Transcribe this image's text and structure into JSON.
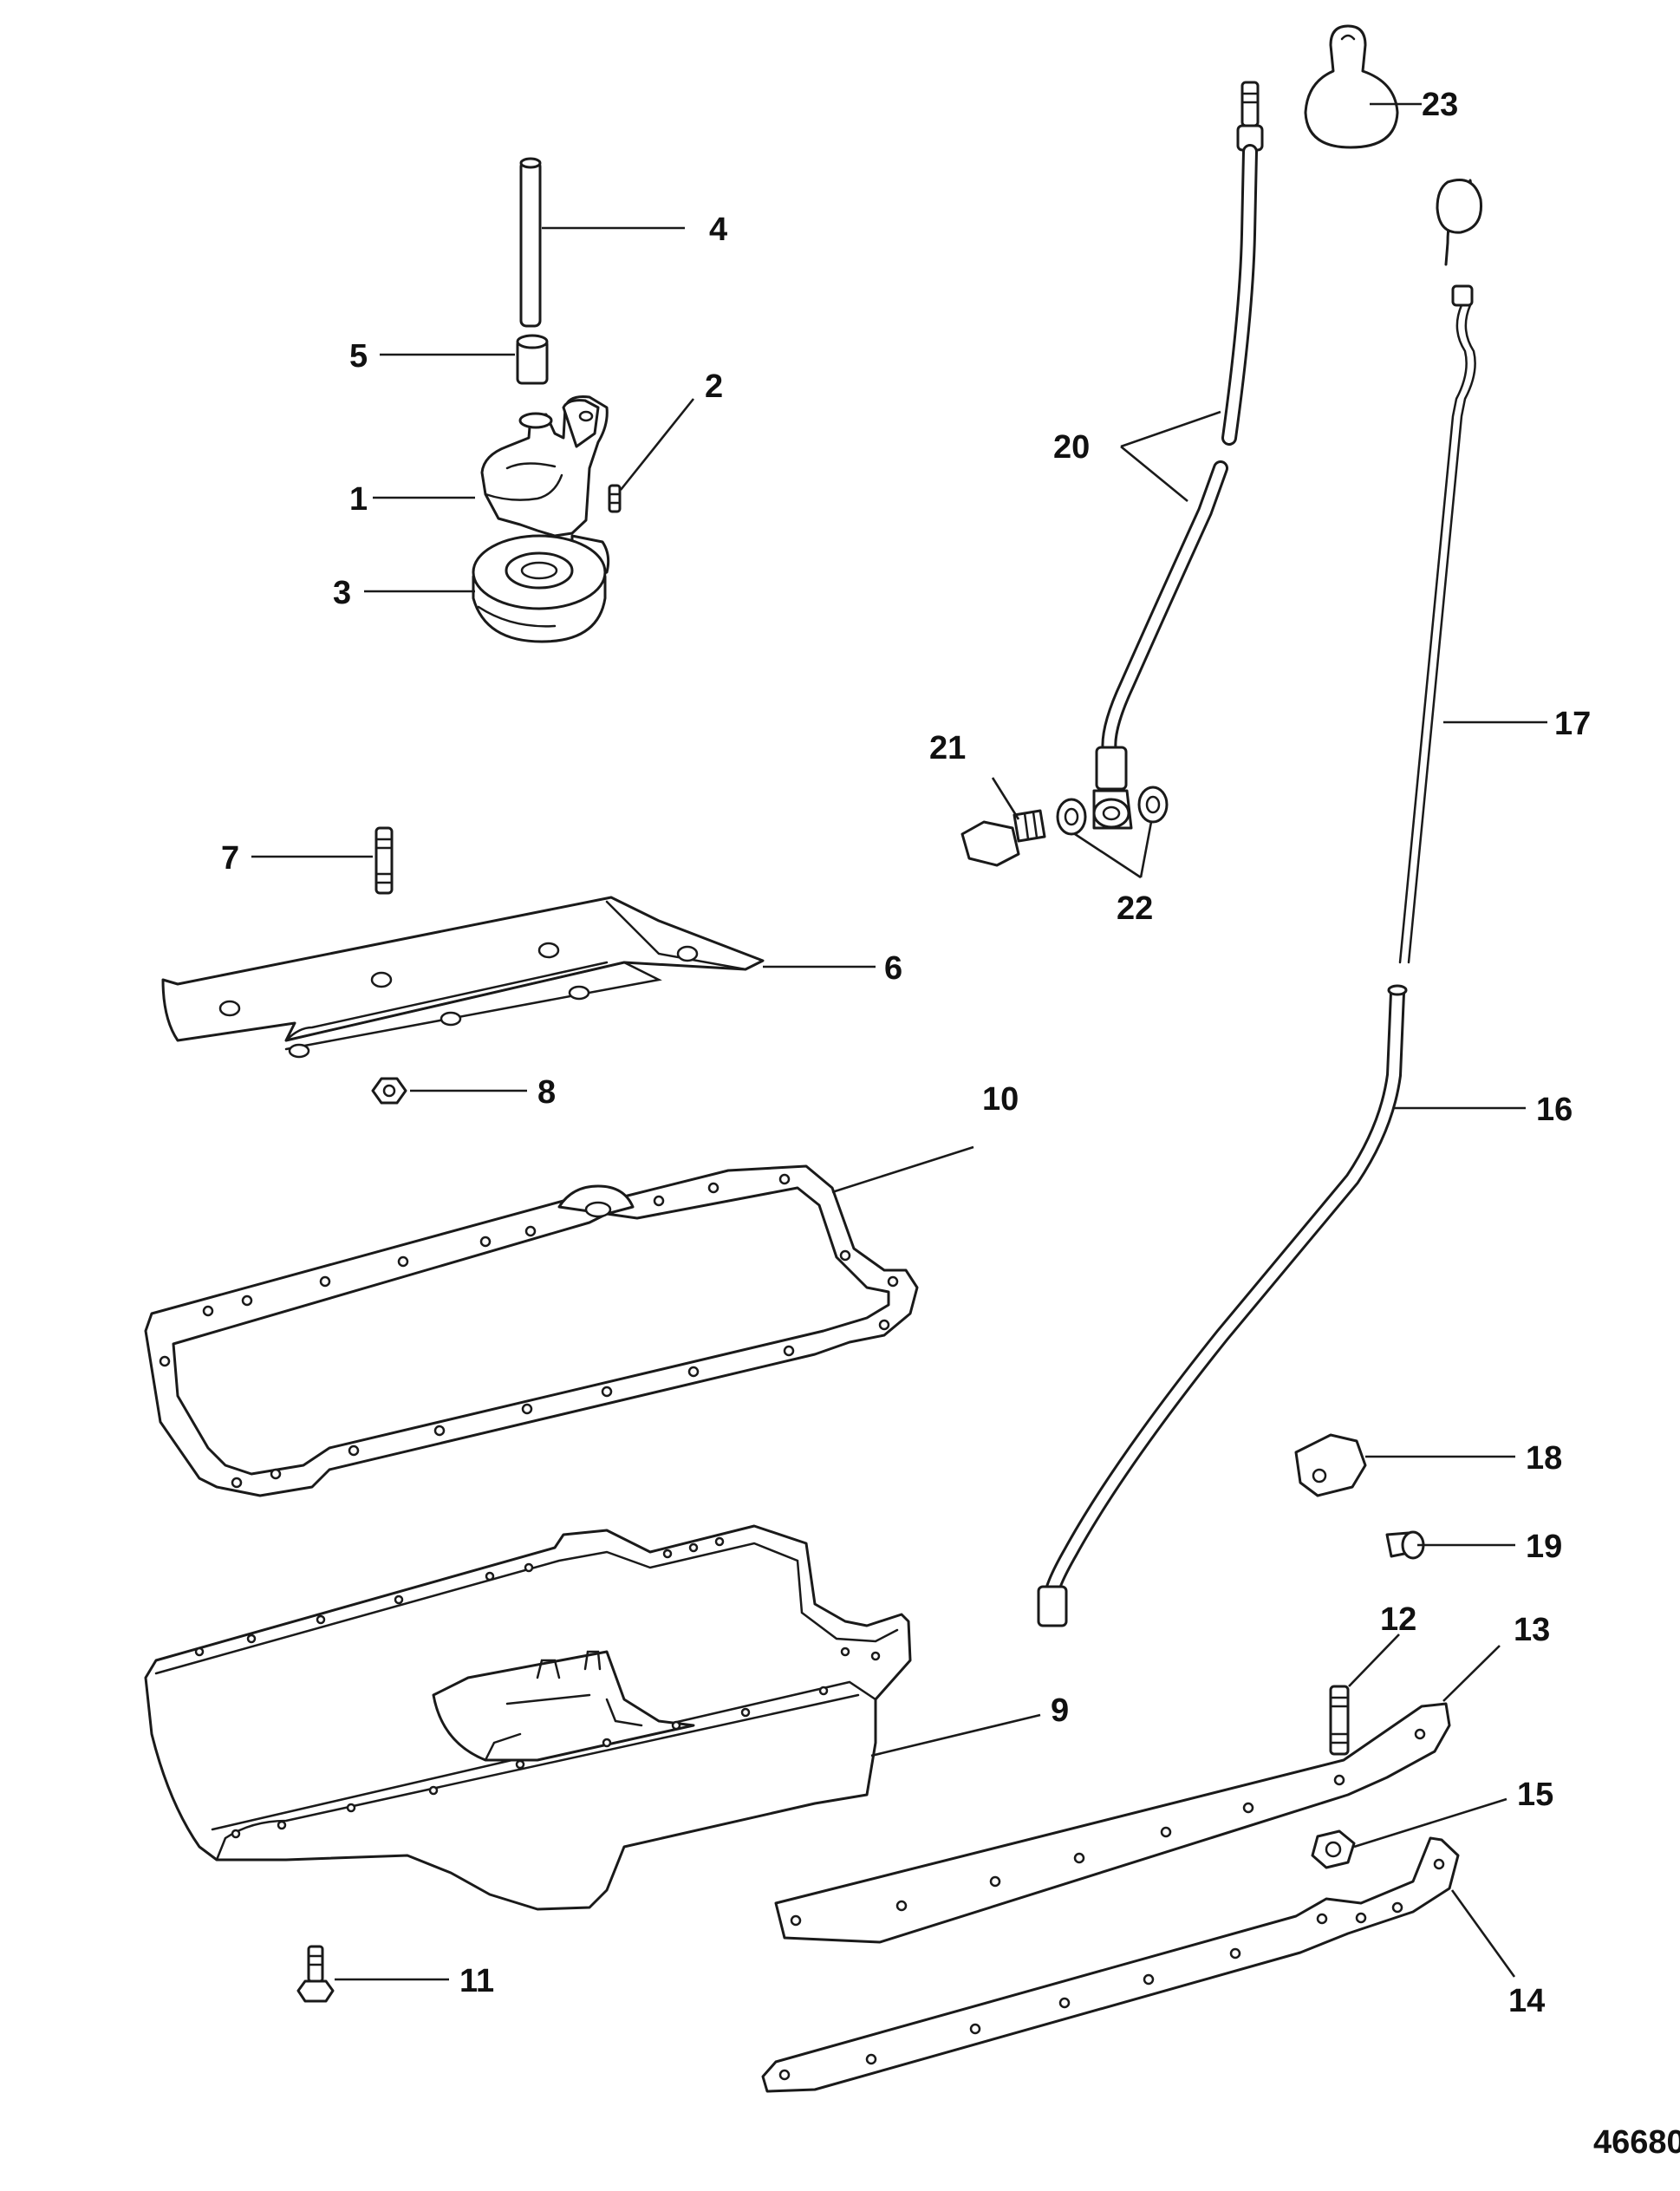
{
  "diagram": {
    "figure_number": "46680",
    "callouts": {
      "c1": "1",
      "c2": "2",
      "c3": "3",
      "c4": "4",
      "c5": "5",
      "c6": "6",
      "c7": "7",
      "c8": "8",
      "c9": "9",
      "c10": "10",
      "c11": "11",
      "c12": "12",
      "c13": "13",
      "c14": "14",
      "c15": "15",
      "c16": "16",
      "c17": "17",
      "c18": "18",
      "c19": "19",
      "c20": "20",
      "c21": "21",
      "c22": "22",
      "c23": "23"
    }
  }
}
